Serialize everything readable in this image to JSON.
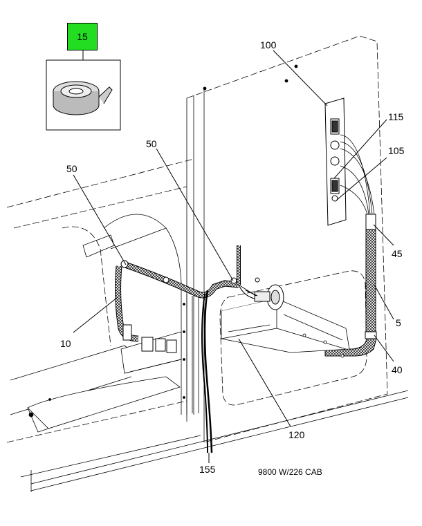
{
  "inset": {
    "badge_label": "15"
  },
  "callouts": {
    "c100": "100",
    "c115": "115",
    "c105": "105",
    "c50_mid": "50",
    "c50_left": "50",
    "c45": "45",
    "c5": "5",
    "c40": "40",
    "c10": "10",
    "c120": "120",
    "c155": "155"
  },
  "caption": "9800 W/226 CAB",
  "colors": {
    "badge": "#22dd22",
    "line": "#000000"
  }
}
